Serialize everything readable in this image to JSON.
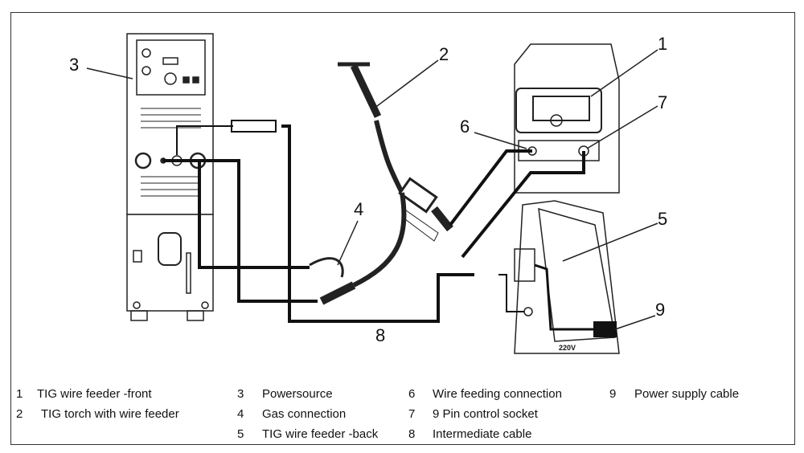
{
  "callouts": {
    "c1": "1",
    "c2": "2",
    "c3": "3",
    "c4": "4",
    "c5": "5",
    "c6": "6",
    "c7": "7",
    "c8": "8",
    "c9": "9"
  },
  "voltage_label": "220V",
  "legend": [
    {
      "num": "1",
      "text": "TIG wire feeder -front"
    },
    {
      "num": "2",
      "text": "TIG torch with wire feeder"
    },
    {
      "num": "3",
      "text": "Powersource"
    },
    {
      "num": "4",
      "text": "Gas  connection"
    },
    {
      "num": "5",
      "text": "TIG wire feeder -back"
    },
    {
      "num": "6",
      "text": "Wire feeding connection"
    },
    {
      "num": "7",
      "text": "9 Pin control socket"
    },
    {
      "num": "8",
      "text": "Intermediate cable"
    },
    {
      "num": "9",
      "text": "Power supply cable"
    }
  ]
}
